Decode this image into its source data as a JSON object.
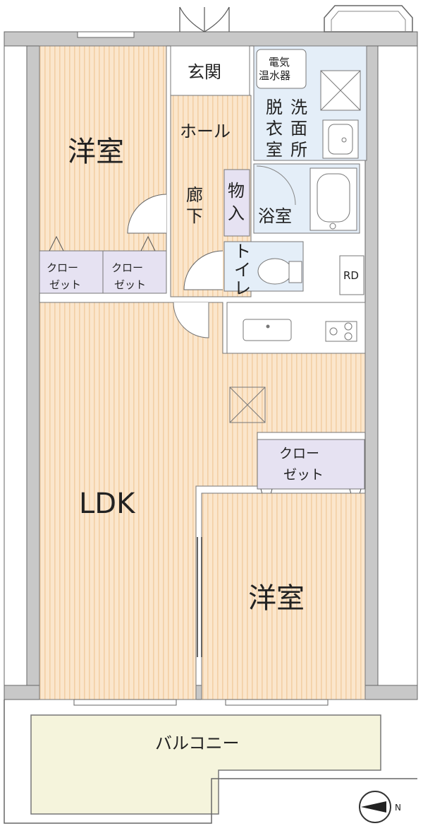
{
  "rooms": {
    "western_room_1": "洋室",
    "western_room_2": "洋室",
    "ldk": "LDK",
    "entrance": "玄関",
    "hall": "ホール",
    "corridor": [
      "廊",
      "下"
    ],
    "storage": [
      "物",
      "入"
    ],
    "toilet": [
      "ト",
      "イ",
      "レ"
    ],
    "bathroom": "浴室",
    "washroom_col1": [
      "脱",
      "衣",
      "室"
    ],
    "washroom_col2": [
      "洗",
      "面",
      "所"
    ],
    "water_heater": [
      "電気",
      "温水器"
    ],
    "closet_left": [
      "クロー",
      "ゼット"
    ],
    "closet_right": [
      "クロー",
      "ゼット"
    ],
    "closet_bedroom": [
      "クロー",
      "ゼット"
    ],
    "balcony": "バルコニー",
    "rd": "RD"
  },
  "compass": {
    "label": "N"
  },
  "colors": {
    "room_floor": "#fbe6cc",
    "room_stripe": "#f2cfa5",
    "wet_area": "#e4eef8",
    "closet": "#e6e2f2",
    "balcony": "#f5f4dc",
    "wall": "#bcbcbc",
    "outline": "#555555"
  }
}
